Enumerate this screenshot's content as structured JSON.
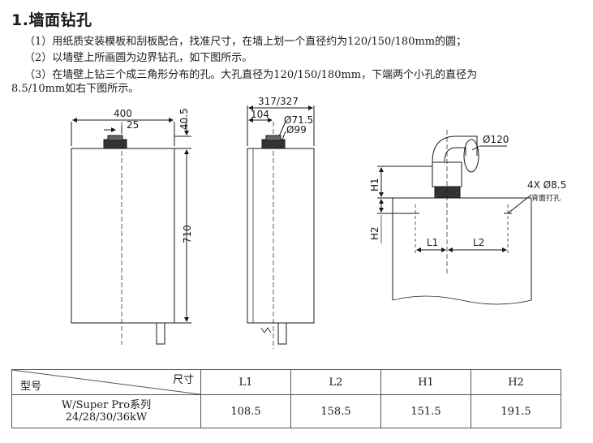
{
  "heading": "1.墙面钻孔",
  "steps": [
    "（1）用纸质安装模板和刮板配合，找准尺寸，在墙上划一个直径约为120/150/180mm的圆；",
    "（2）以墙壁上所画圆为边界钻孔，如下图所示。",
    "（3）在墙壁上钻三个成三角形分布的孔。大孔直径为120/150/180mm，下端两个小孔的直径为",
    "8.5/10mm如右下图所示。"
  ],
  "front_view": {
    "width": "400",
    "offset": "25",
    "top_h": "40.5",
    "height": "710"
  },
  "side_view": {
    "depth": "317/327",
    "offset": "104",
    "d1": "Ø71.5",
    "d2": "Ø99"
  },
  "wall_view": {
    "big_hole": "Ø120",
    "small_holes": "4X Ø8.5",
    "note": "背面打孔",
    "h1": "H1",
    "h2": "H2",
    "l1": "L1",
    "l2": "L2"
  },
  "table": {
    "corner_size": "尺寸",
    "corner_model": "型号",
    "columns": [
      "L1",
      "L2",
      "H1",
      "H2"
    ],
    "rows": [
      {
        "model_line1": "W/Super Pro系列",
        "model_line2": "24/28/30/36kW",
        "values": [
          "108.5",
          "158.5",
          "151.5",
          "191.5"
        ]
      }
    ]
  }
}
